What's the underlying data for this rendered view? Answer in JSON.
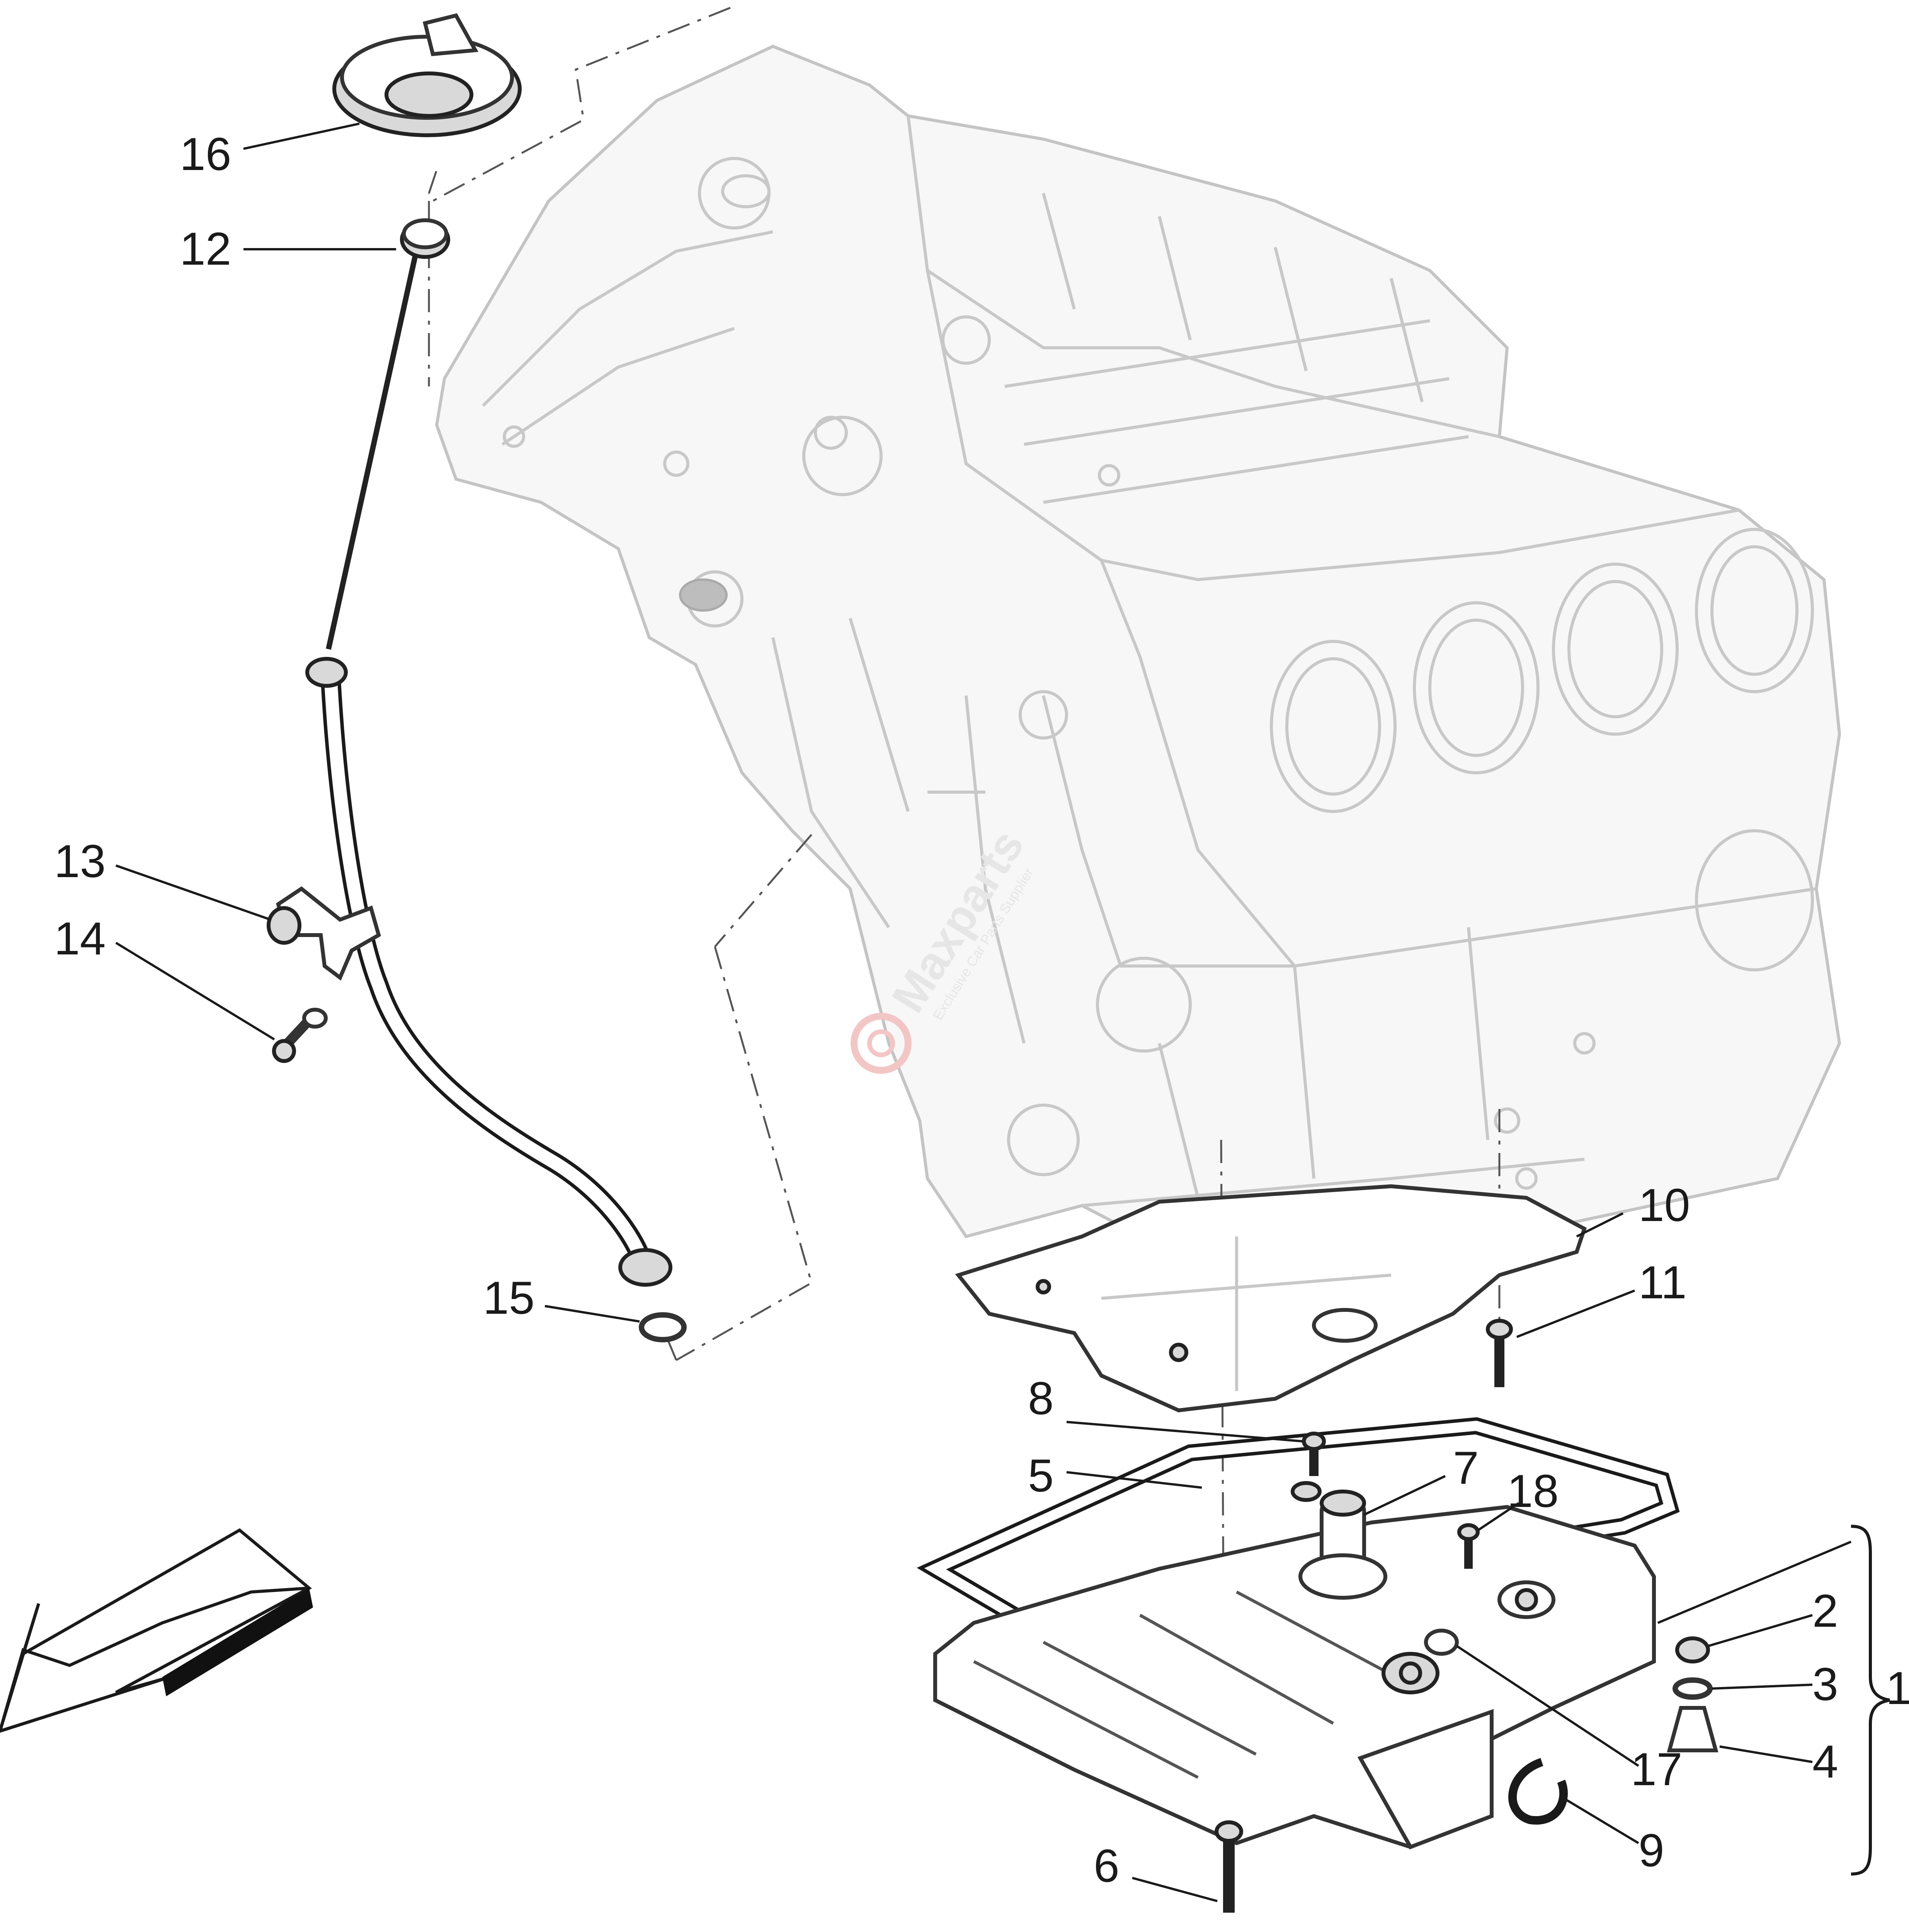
{
  "callouts": {
    "c1": "1",
    "c2": "2",
    "c3": "3",
    "c4": "4",
    "c5": "5",
    "c6": "6",
    "c7": "7",
    "c8": "8",
    "c9": "9",
    "c10": "10",
    "c11": "11",
    "c12": "12",
    "c13": "13",
    "c14": "14",
    "c15": "15",
    "c16": "16",
    "c17": "17",
    "c18": "18"
  },
  "watermark": {
    "brand": "Maxparts",
    "tagline": "Exclusive Car Parts Supplier"
  },
  "colors": {
    "line": "#1a1a1a",
    "engine_line": "#c8c8c8",
    "watermark": "#e6e6e6",
    "watermark_accent": "#f3c6c6"
  }
}
